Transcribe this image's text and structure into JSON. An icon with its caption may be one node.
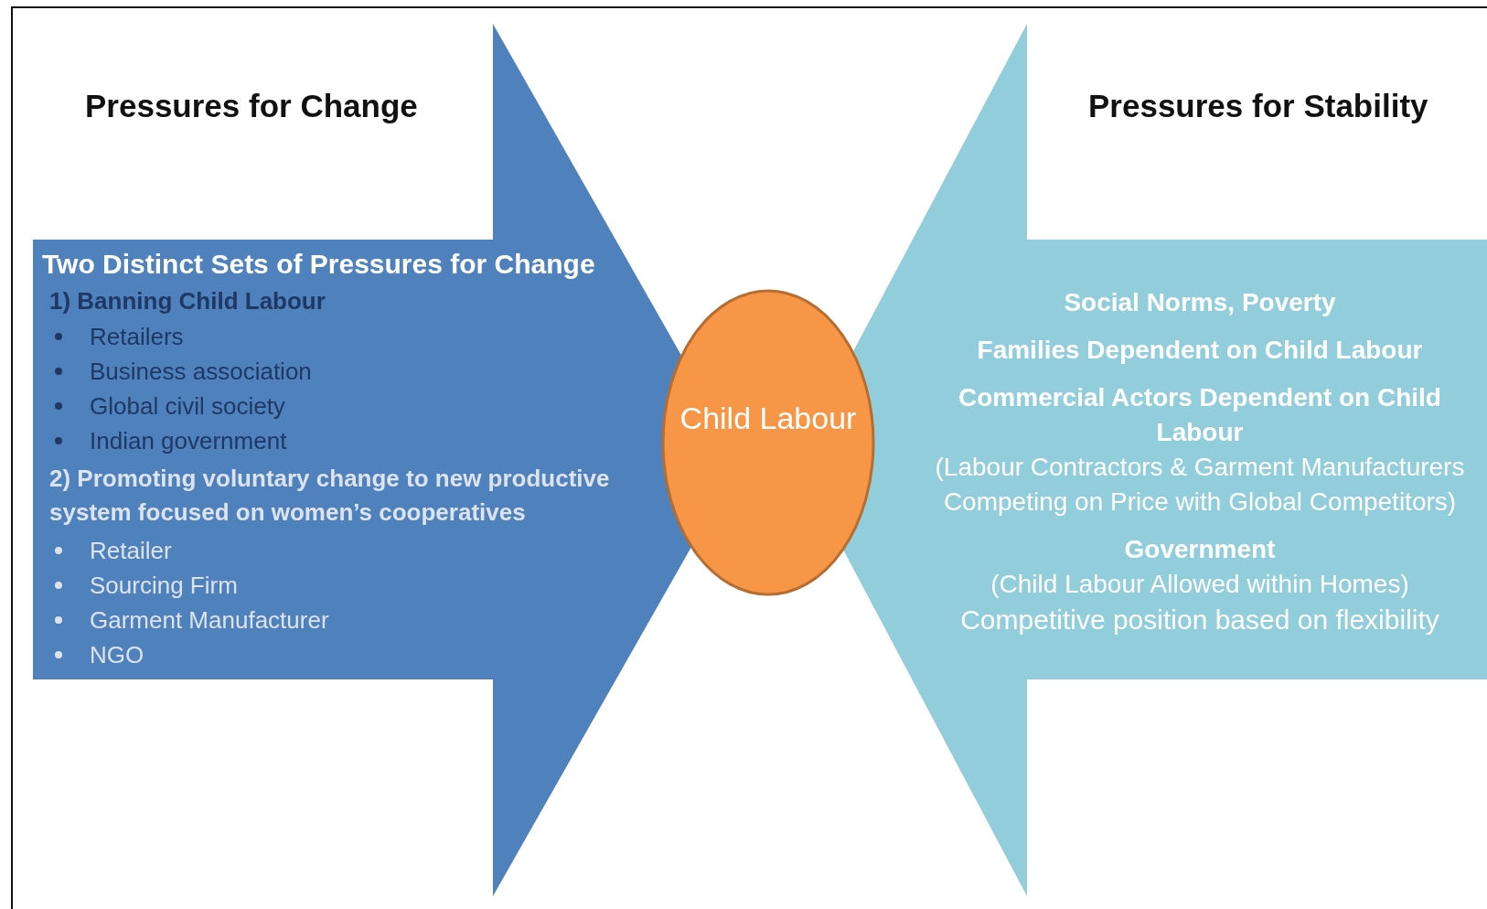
{
  "diagram": {
    "nodes": [
      {
        "text": [
          "Two Distinct Sets of Pressures for Change",
          "1) Banning Child Labour",
          "Retailers",
          "Business association",
          "Global civil society",
          "Indian government",
          "2) Promoting voluntary change to new productive system focused on women’s cooperatives",
          "Retailer",
          "Sourcing Firm",
          "Garment Manufacturer",
          "NGO"
        ]
      },
      {
        "text": [
          "Child Labour"
        ]
      },
      {
        "text": [
          "Social Norms, Poverty",
          "Families Dependent on Child Labour",
          "Commercial Actors Dependent on Child Labour",
          "(Labour Contractors & Garment Manufacturers Competing on Price with Global Competitors)",
          "Government",
          "(Child Labour Allowed within Homes)",
          "Competitive position based on flexibility"
        ]
      }
    ],
    "labels": [
      "Pressures for Change",
      "Pressures for Stability"
    ]
  }
}
